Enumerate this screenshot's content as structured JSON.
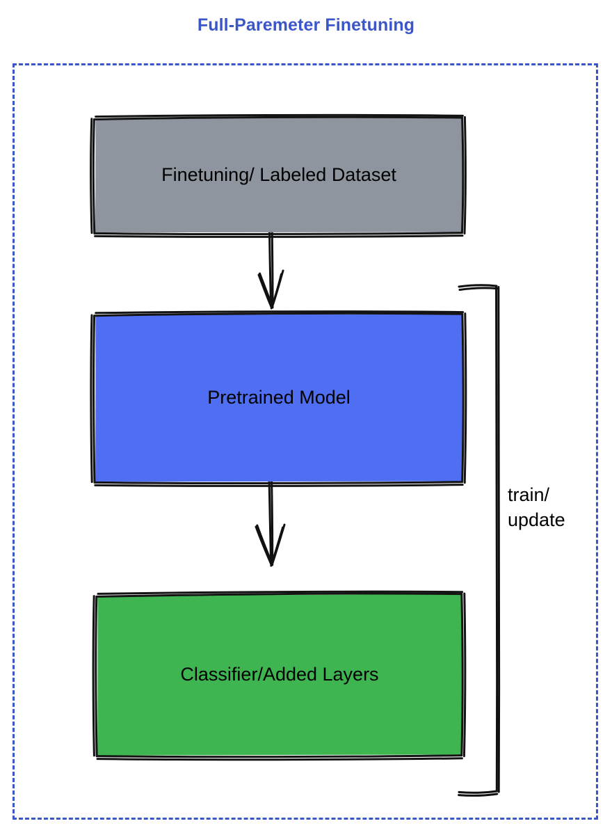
{
  "diagram": {
    "title": "Full-Paremeter Finetuning",
    "title_color": "#3b56c9",
    "frame": {
      "style": "dashed",
      "color": "#3b56c9"
    },
    "nodes": [
      {
        "id": "dataset",
        "label": "Finetuning/ Labeled Dataset",
        "fill": "#8e959e",
        "stroke": "#1a1a1a",
        "text_color": "#000000"
      },
      {
        "id": "pretrained",
        "label": "Pretrained Model",
        "fill": "#4f6ef2",
        "stroke": "#1a1a1a",
        "text_color": "#000000"
      },
      {
        "id": "classifier",
        "label": "Classifier/Added Layers",
        "fill": "#3fb551",
        "stroke": "#1a1a1a",
        "text_color": "#000000"
      }
    ],
    "edges": [
      {
        "id": "dataset-to-pretrained",
        "from": "dataset",
        "to": "pretrained",
        "label": "",
        "arrow": "down"
      },
      {
        "id": "pretrained-to-classifier",
        "from": "pretrained",
        "to": "classifier",
        "label": "",
        "arrow": "down"
      },
      {
        "id": "feedback-loop",
        "from": "classifier",
        "to": "pretrained",
        "label_line1": "train/",
        "label_line2": "update",
        "arrow": "none"
      }
    ]
  }
}
